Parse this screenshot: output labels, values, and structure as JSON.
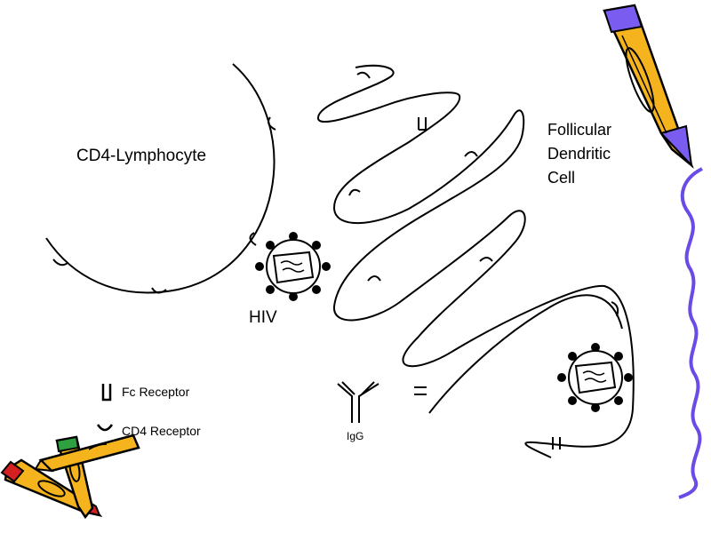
{
  "labels": {
    "cd4_lymphocyte": "CD4-Lymphocyte",
    "follicular_dendritic_cell": "Follicular\nDendritic\nCell",
    "hiv": "HIV"
  },
  "legend": {
    "fc_receptor": "Fc Receptor",
    "cd4_receptor": "CD4 Receptor",
    "igg": "IgG"
  },
  "colors": {
    "line": "#000000",
    "crayon_body": "#f5b41e",
    "crayon_purple": "#7a5cf0",
    "crayon_red": "#d42020",
    "crayon_green": "#2fa040",
    "squiggle": "#6a4be8"
  },
  "icons": [
    "crayon-icon",
    "crayon-icon",
    "crayon-icon",
    "squiggle-line"
  ]
}
